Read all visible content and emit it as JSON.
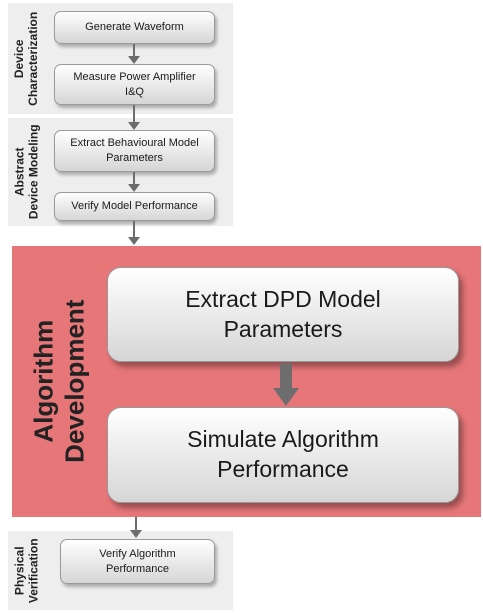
{
  "stages": [
    {
      "label": "Device\nCharacterization",
      "steps": [
        "Generate Waveform",
        "Measure Power Amplifier\nI&Q"
      ]
    },
    {
      "label": "Abstract\nDevice Modeling",
      "steps": [
        "Extract Behavioural Model\nParameters",
        "Verify Model Performance"
      ]
    },
    {
      "label": "Algorithm\nDevelopment",
      "steps": [
        "Extract DPD Model\nParameters",
        "Simulate Algorithm\nPerformance"
      ]
    },
    {
      "label": "Physical\nVerification",
      "steps": [
        "Verify Algorithm\nPerformance"
      ]
    }
  ],
  "colors": {
    "panel": "#eeeeee",
    "highlight": "#e77679",
    "arrow": "#6d6d6d"
  }
}
